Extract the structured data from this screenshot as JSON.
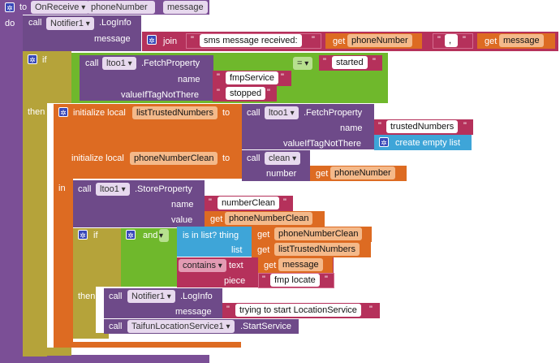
{
  "event": {
    "to": "to",
    "name": "OnReceive",
    "params": [
      "phoneNumber",
      "message"
    ],
    "do": "do"
  },
  "log1": {
    "call": "call",
    "component": "Notifier1",
    "method": ".LogInfo",
    "message_label": "message",
    "join": "join",
    "text1": "sms message received:",
    "get": "get",
    "var1": "phoneNumber",
    "text2": ",",
    "var2": "message"
  },
  "if1": {
    "if": "if",
    "then": "then",
    "call": "call",
    "component": "ltoo1",
    "method": ".FetchProperty",
    "name_label": "name",
    "name_value": "fmpService",
    "vint_label": "valueIfTagNotThere",
    "vint_value": "stopped",
    "op": "=",
    "compare_value": "started"
  },
  "local1": {
    "label": "initialize local",
    "var": "listTrustedNumbers",
    "to": "to",
    "call": "call",
    "component": "ltoo1",
    "method": ".FetchProperty",
    "name_label": "name",
    "name_value": "trustedNumbers",
    "vint_label": "valueIfTagNotThere",
    "empty_list": "create empty list"
  },
  "local2": {
    "label": "initialize local",
    "var": "phoneNumberClean",
    "to": "to",
    "call": "call",
    "proc": "clean",
    "number_label": "number",
    "get": "get",
    "arg": "phoneNumber"
  },
  "body": {
    "in": "in",
    "store": {
      "call": "call",
      "component": "ltoo1",
      "method": ".StoreProperty",
      "name_label": "name",
      "name_value": "numberClean",
      "value_label": "value",
      "get": "get",
      "value_var": "phoneNumberClean"
    },
    "if2": {
      "if": "if",
      "and": "and",
      "isin": "is in list? thing",
      "list_label": "list",
      "get": "get",
      "thing_var": "phoneNumberClean",
      "list_var": "listTrustedNumbers",
      "contains": "contains",
      "text_label": "text",
      "text_var": "message",
      "piece_label": "piece",
      "piece_value": "fmp locate",
      "then": "then",
      "log": {
        "call": "call",
        "component": "Notifier1",
        "method": ".LogInfo",
        "message_label": "message",
        "message_value": "trying to start LocationService"
      },
      "start": {
        "call": "call",
        "component": "TaifunLocationService1",
        "method": ".StartService"
      }
    }
  },
  "colors": {
    "event": "#7b4f96",
    "control": "#b5a33a",
    "logic": "#6fb82c",
    "variable": "#dd6b22",
    "text": "#b5315b",
    "list": "#3ea5d8",
    "component": "#6e4a89"
  }
}
